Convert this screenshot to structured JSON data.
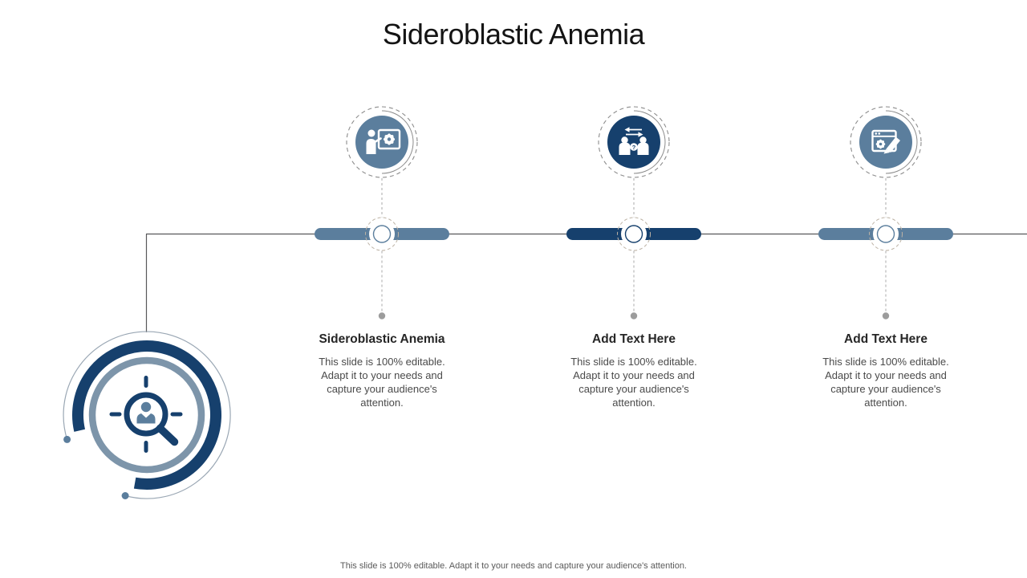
{
  "title": "Sideroblastic Anemia",
  "colors": {
    "navy": "#16406d",
    "slate": "#5b7e9d",
    "slate_light": "#7d95aa",
    "timeline_line": "#58585a",
    "dashed_line": "#a8a8a8",
    "end_dot": "#9c9c9c",
    "node_dash_ring": "#bdb3a5",
    "badge_dash_ring": "#8c8c8c"
  },
  "milestones": [
    {
      "icon": "presenter-board-gear-icon",
      "circle_color": "#5b7e9d",
      "bar_color": "#5b7e9d",
      "heading": "Sideroblastic Anemia",
      "body": "This slide is 100% editable. Adapt it to your needs and capture your audience's attention."
    },
    {
      "icon": "people-exchange-icon",
      "icon_badge": "?",
      "circle_color": "#16406d",
      "bar_color": "#16406d",
      "heading": "Add Text Here",
      "body": "This slide is 100% editable. Adapt it to your needs and capture your audience's attention."
    },
    {
      "icon": "edit-window-gear-icon",
      "circle_color": "#5b7e9d",
      "bar_color": "#5b7e9d",
      "heading": "Add Text Here",
      "body": "This slide is 100% editable. Adapt it to your needs and capture your audience's attention."
    }
  ],
  "emblem": {
    "icon": "person-search-target-icon"
  },
  "footer": "This slide is 100% editable. Adapt it to your needs and capture your audience's attention."
}
